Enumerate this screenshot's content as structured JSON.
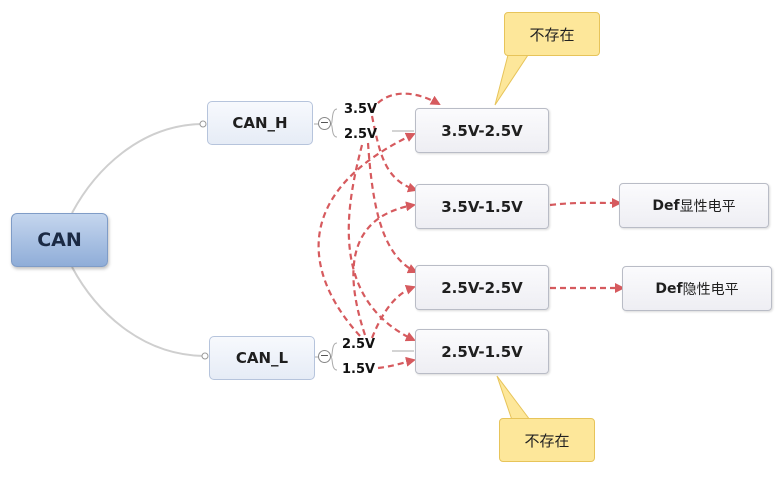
{
  "root": {
    "label": "CAN"
  },
  "branches": {
    "can_h": {
      "label": "CAN_H",
      "values": [
        "3.5V",
        "2.5V"
      ]
    },
    "can_l": {
      "label": "CAN_L",
      "values": [
        "2.5V",
        "1.5V"
      ]
    }
  },
  "combinations": [
    "3.5V-2.5V",
    "3.5V-1.5V",
    "2.5V-2.5V",
    "2.5V-1.5V"
  ],
  "results": {
    "dominant": {
      "bold": "Def",
      "text": "显性电平"
    },
    "recessive": {
      "bold": "Def",
      "text": "隐性电平"
    }
  },
  "callouts": {
    "top": "不存在",
    "bottom": "不存在"
  },
  "collapse_symbol": "−",
  "colors": {
    "arrow": "#d65a5e",
    "callout_fill": "#fde79a",
    "root_fill": "#9fb9e0",
    "connector": "#c8c8c8"
  }
}
